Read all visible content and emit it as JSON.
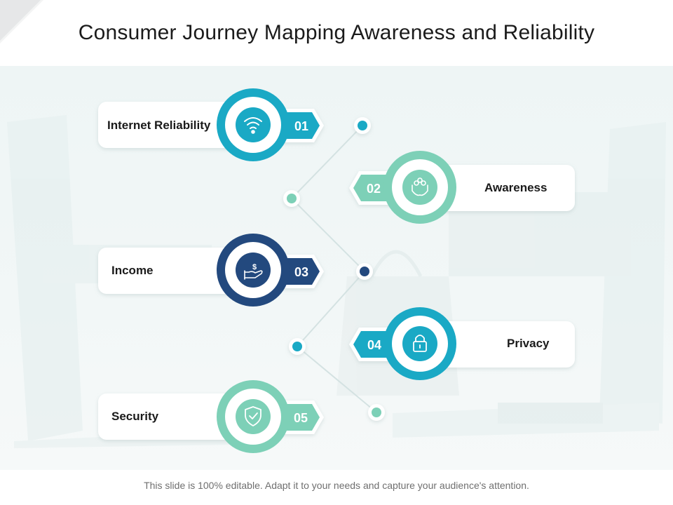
{
  "title": "Consumer Journey Mapping Awareness and Reliability",
  "footer": "This slide is 100% editable. Adapt it to your needs and capture your audience's attention.",
  "colors": {
    "teal": "#1aa9c5",
    "mint": "#7dd0b7",
    "navy": "#23497e"
  },
  "steps": [
    {
      "number": "01",
      "label": "Internet Reliability",
      "icon": "wifi-icon",
      "color": "#1aa9c5"
    },
    {
      "number": "02",
      "label": "Awareness",
      "icon": "hands-holding-people-icon",
      "color": "#7dd0b7"
    },
    {
      "number": "03",
      "label": "Income",
      "icon": "hand-dollar-icon",
      "color": "#23497e"
    },
    {
      "number": "04",
      "label": "Privacy",
      "icon": "padlock-icon",
      "color": "#1aa9c5"
    },
    {
      "number": "05",
      "label": "Security",
      "icon": "shield-check-icon",
      "color": "#7dd0b7"
    }
  ]
}
